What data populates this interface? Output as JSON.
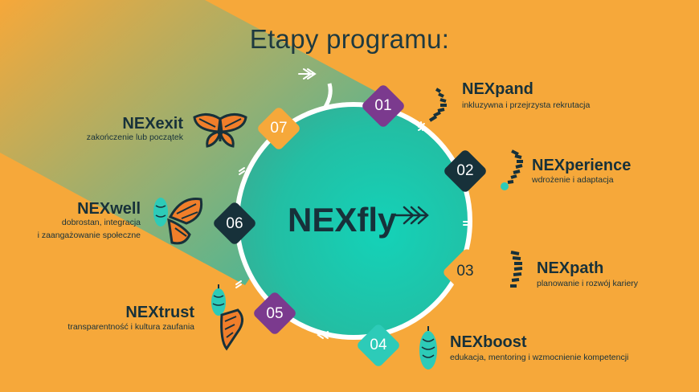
{
  "title": "Etapy programu:",
  "center": "NEXfly",
  "colors": {
    "background": "#F6A83A",
    "circle_center": "#18C9AE",
    "circle_edge": "#3AA98E",
    "dark": "#17313A",
    "purple": "#7B3A8E",
    "orange": "#F6A83A",
    "teal": "#2DCBB8"
  },
  "stages": [
    {
      "number": "01",
      "name": "NEXpand",
      "description": [
        "inkluzywna i przejrzysta rekrutacja"
      ],
      "icon": "caterpillar-icon"
    },
    {
      "number": "02",
      "name": "NEXperience",
      "description": [
        "wdrożenie i adaptacja"
      ],
      "icon": "caterpillar-icon"
    },
    {
      "number": "03",
      "name": "NEXpath",
      "description": [
        "planowanie i rozwój kariery"
      ],
      "icon": "chrysalis-forming-icon"
    },
    {
      "number": "04",
      "name": "NEXboost",
      "description": [
        "edukacja, mentoring i wzmocnienie kompetencji"
      ],
      "icon": "chrysalis-icon"
    },
    {
      "number": "05",
      "name": "NEXtrust",
      "description": [
        "transparentność i kultura zaufania"
      ],
      "icon": "butterfly-emerging-icon"
    },
    {
      "number": "06",
      "name": "NEXwell",
      "description": [
        "dobrostan, integracja",
        "i zaangażowanie społeczne"
      ],
      "icon": "butterfly-chrysalis-icon"
    },
    {
      "number": "07",
      "name": "NEXexit",
      "description": [
        "zakończenie lub początek"
      ],
      "icon": "butterfly-icon"
    }
  ]
}
